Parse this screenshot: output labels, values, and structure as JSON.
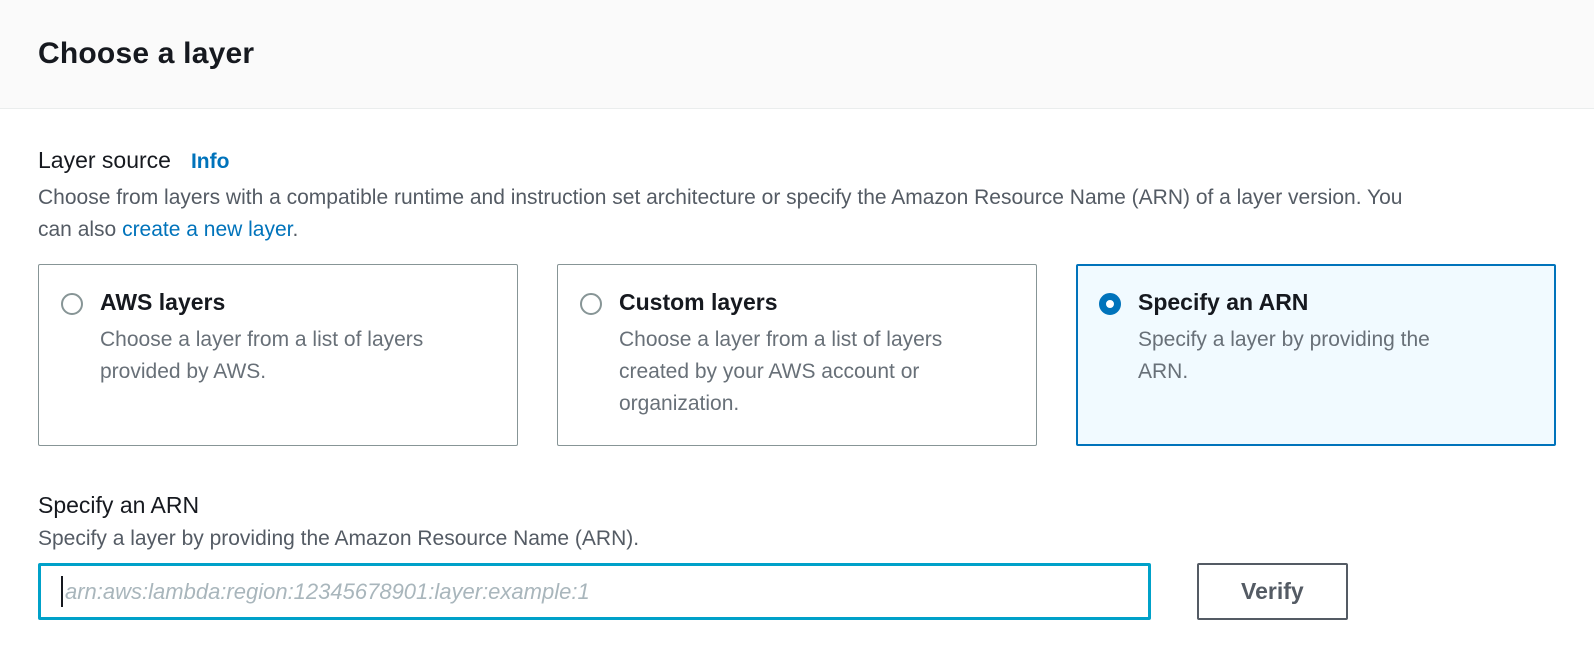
{
  "header": {
    "title": "Choose a layer"
  },
  "layer_source": {
    "label": "Layer source",
    "info_label": "Info",
    "description_before_link": "Choose from layers with a compatible runtime and instruction set architecture or specify the Amazon Resource Name (ARN) of a layer version. You can also ",
    "link_text": "create a new layer",
    "description_after_link": "."
  },
  "options": [
    {
      "title": "AWS layers",
      "description": "Choose a layer from a list of layers provided by AWS.",
      "selected": false
    },
    {
      "title": "Custom layers",
      "description": "Choose a layer from a list of layers created by your AWS account or organization.",
      "selected": false
    },
    {
      "title": "Specify an ARN",
      "description": "Specify a layer by providing the ARN.",
      "selected": true
    }
  ],
  "arn_section": {
    "label": "Specify an ARN",
    "description": "Specify a layer by providing the Amazon Resource Name (ARN).",
    "input_value": "",
    "input_placeholder": "arn:aws:lambda:region:12345678901:layer:example:1",
    "verify_label": "Verify"
  },
  "colors": {
    "accent_blue": "#0073bb",
    "selected_card_bg": "#f1faff",
    "focused_input_border": "#00a1c9",
    "header_bg": "#fafafa",
    "divider": "#eaeded",
    "text_dark": "#16191f",
    "text_gray": "#545b64",
    "card_desc_gray": "#687078",
    "card_border_gray": "#879596"
  }
}
